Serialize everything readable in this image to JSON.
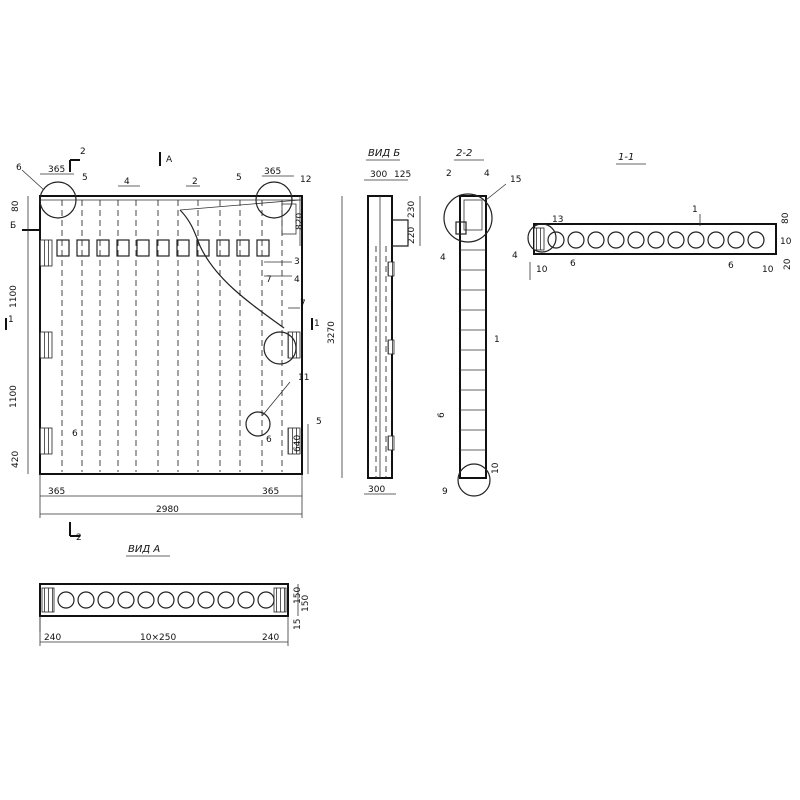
{
  "section_marks": {
    "s2_top": "2",
    "s2_bottom": "2",
    "sA": "А",
    "sB": "Б",
    "s1_left": "1",
    "s1_right": "1"
  },
  "titles": {
    "view_b": "ВИД Б",
    "sec_22": "2-2",
    "sec_11": "1-1",
    "view_a": "ВИД А"
  },
  "front": {
    "dims": {
      "top_left": "365",
      "top_right": "365",
      "d80": "80",
      "d820": "820",
      "d1100": "1100",
      "d1100b": "1100",
      "d420": "420",
      "d640": "640",
      "bot_left": "365",
      "bot_right": "365",
      "overall": "2980",
      "s5": "5"
    },
    "callouts": {
      "c6": "6",
      "c5a": "5",
      "c4": "4",
      "c2": "2",
      "c5b": "5",
      "c12": "12",
      "c3": "3",
      "c7a": "7",
      "c4b": "4",
      "c7b": "7",
      "c11": "11",
      "c6b": "6",
      "c6c": "6"
    }
  },
  "viewb": {
    "dims": {
      "d300": "300",
      "d125": "125",
      "d230": "230",
      "d220": "220",
      "d3270": "3270",
      "d300b": "300"
    }
  },
  "s22": {
    "callouts": {
      "c2": "2",
      "c4": "4",
      "c15": "15",
      "c4b": "4",
      "c1": "1",
      "c6": "6",
      "c9": "9",
      "c10": "10"
    }
  },
  "s11": {
    "callouts": {
      "c1": "1",
      "c13": "13",
      "c4": "4",
      "c6a": "6",
      "c6b": "6"
    },
    "dims": {
      "d10a": "10",
      "d20": "20",
      "d10b": "10",
      "d80": "80",
      "d10c": "10"
    }
  },
  "viewa": {
    "dims": {
      "d240a": "240",
      "span": "10×250",
      "d240b": "240",
      "d150": "150",
      "d150b": "150",
      "d15": "15"
    }
  }
}
